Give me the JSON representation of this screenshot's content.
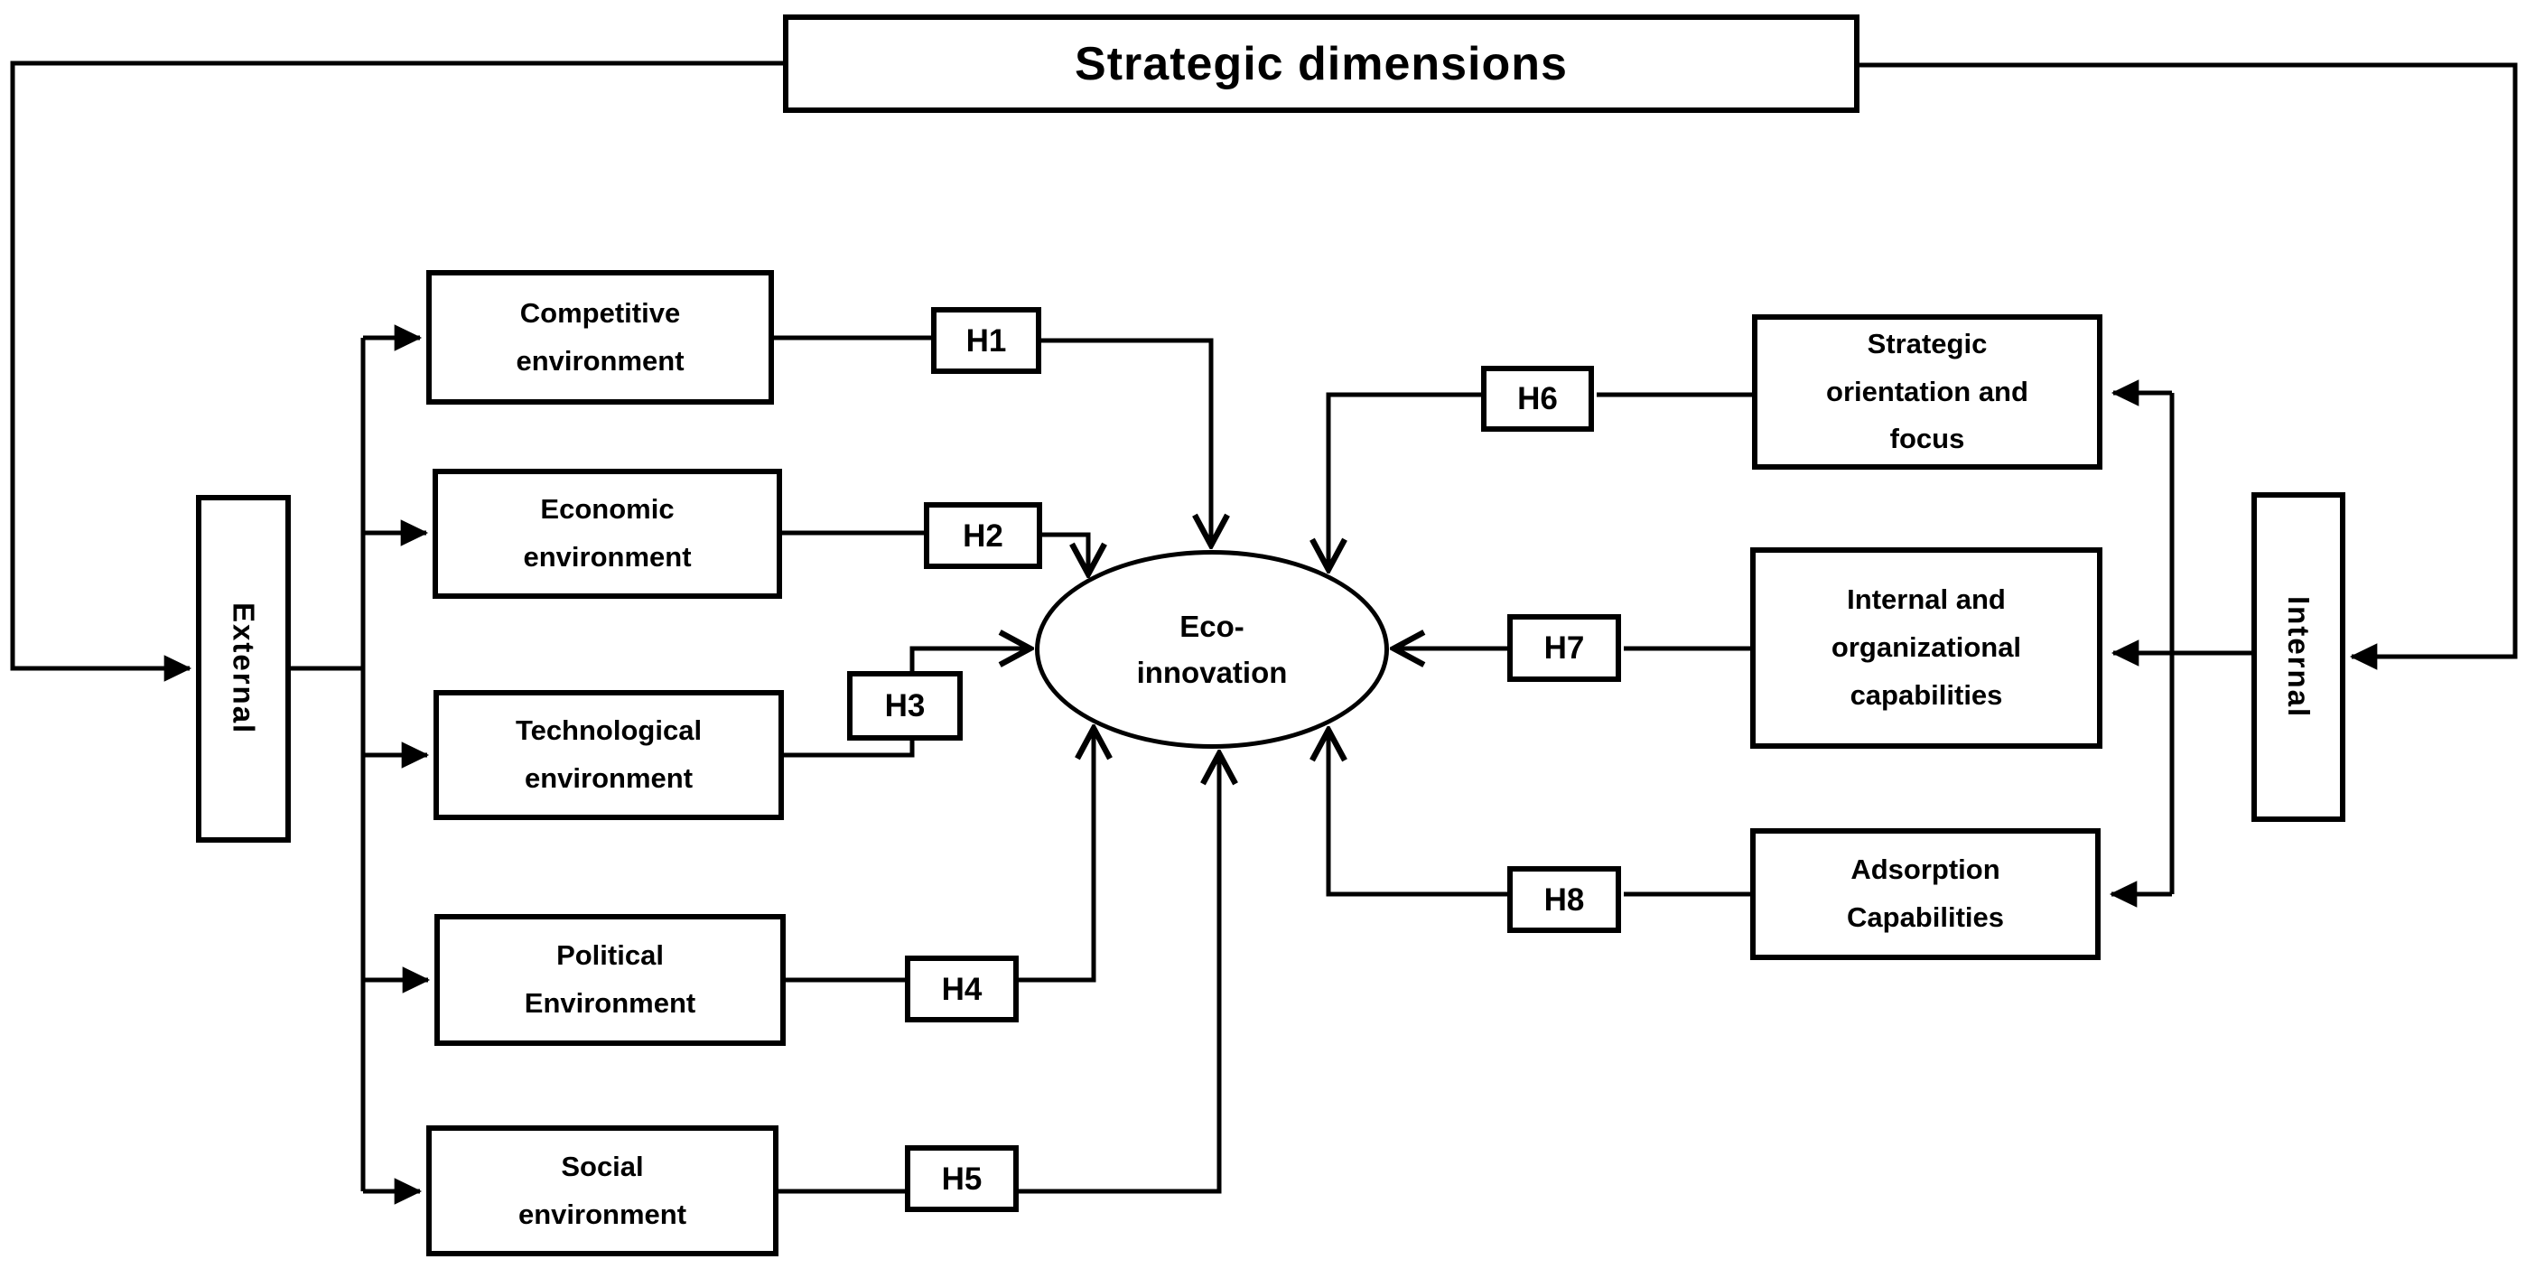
{
  "title": {
    "label": "Strategic dimensions"
  },
  "side_labels": {
    "external": "External",
    "internal": "Internal"
  },
  "center": {
    "line1": "Eco-",
    "line2": "innovation"
  },
  "external_factors": [
    {
      "line1": "Competitive",
      "line2": "environment"
    },
    {
      "line1": "Economic",
      "line2": "environment"
    },
    {
      "line1": "Technological",
      "line2": "environment"
    },
    {
      "line1": "Political",
      "line2": "Environment"
    },
    {
      "line1": "Social",
      "line2": "environment"
    }
  ],
  "internal_factors": [
    {
      "line1": "Strategic",
      "line2": "orientation and",
      "line3": "focus"
    },
    {
      "line1": "Internal and",
      "line2": "organizational",
      "line3": "capabilities"
    },
    {
      "line1": "Adsorption",
      "line2": "Capabilities"
    }
  ],
  "hypotheses": {
    "h1": "H1",
    "h2": "H2",
    "h3": "H3",
    "h4": "H4",
    "h5": "H5",
    "h6": "H6",
    "h7": "H7",
    "h8": "H8"
  },
  "colors": {
    "line": "#000000",
    "background": "#ffffff",
    "text": "#000000"
  }
}
